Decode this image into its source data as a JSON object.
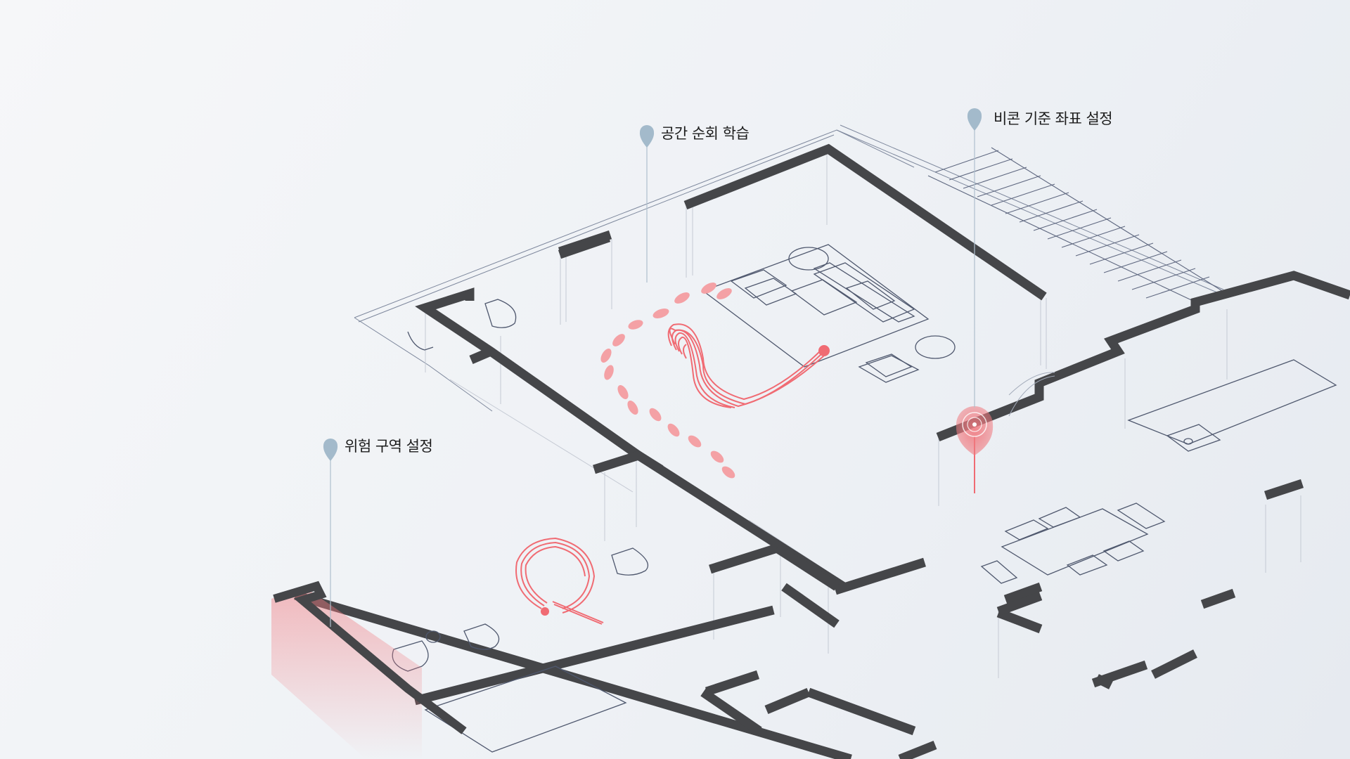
{
  "callouts": {
    "patrol": "공간 순회 학습",
    "beacon": "비콘 기준 좌표 설정",
    "danger": "위험 구역 설정"
  },
  "colors": {
    "wall": "#454649",
    "line": "#8a93a6",
    "accent": "#f07a80",
    "pin": "#a3bacb",
    "danger_zone": "#f2a0a4"
  },
  "icons": {
    "pin": "map-pin-icon",
    "footprints": "footprints-icon",
    "robot_vacuum_path": "cleaning-path-icon",
    "beacon": "beacon-icon",
    "wristband": "wristband-icon"
  }
}
